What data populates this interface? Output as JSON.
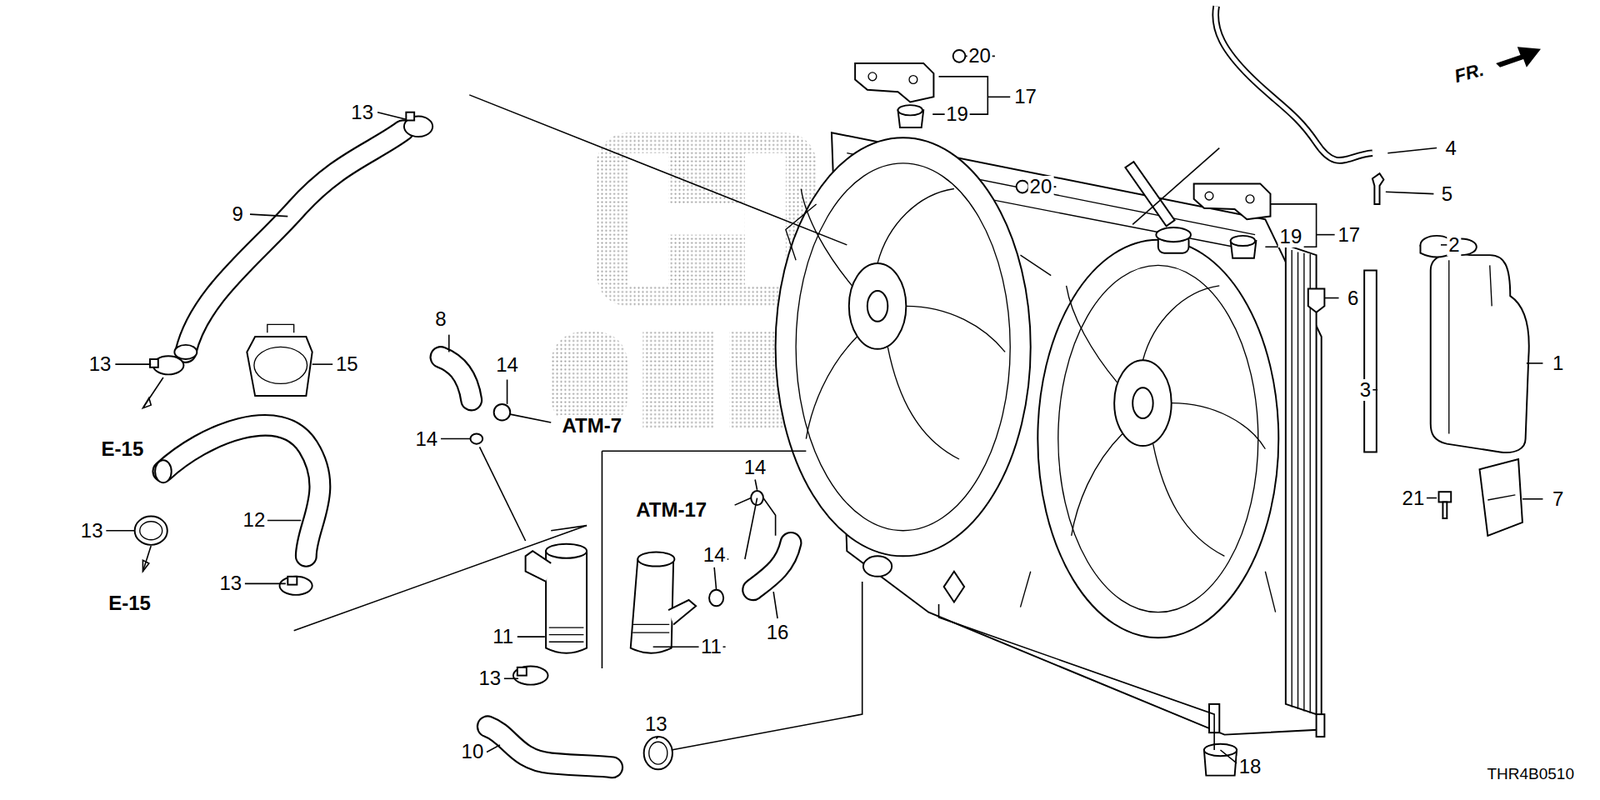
{
  "diagram": {
    "labels": [
      "13",
      "20",
      "17",
      "19",
      "FR.",
      "4",
      "20",
      "5",
      "9",
      "17",
      "19",
      "2",
      "6",
      "8",
      "14",
      "13",
      "15",
      "1",
      "3",
      "ATM-7",
      "14",
      "E-15",
      "14",
      "ATM-17",
      "21",
      "7",
      "13",
      "12",
      "13",
      "14",
      "E-15",
      "11",
      "11",
      "16",
      "13",
      "10",
      "13",
      "18",
      "THR4B0510"
    ]
  }
}
